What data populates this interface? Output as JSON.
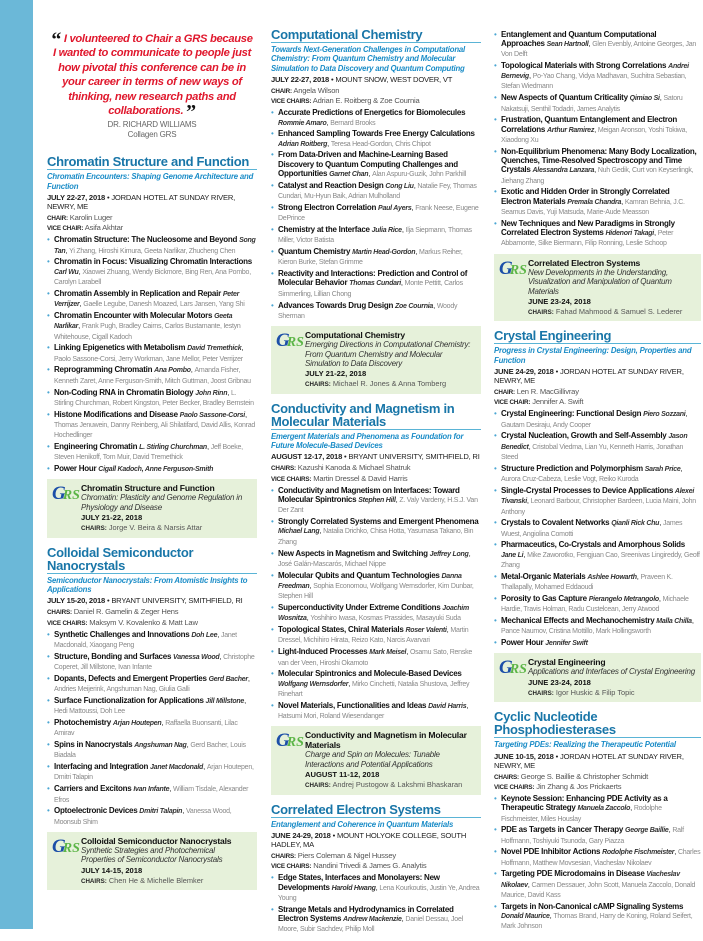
{
  "sidebar_color": "#6bb8d8",
  "colors": {
    "title": "#1976a8",
    "subtitle": "#1a8cc7",
    "quote": "#e0182d",
    "grs_box": "#e6f1da"
  },
  "quote": {
    "open_mark": "“",
    "text": "I volunteered to Chair a GRS because I wanted to communicate to people just how pivotal this conference can be in your career in terms of new ways of thinking, new research paths and collaborations.",
    "close_mark": "”",
    "attribution": "DR. RICHARD WILLIAMS",
    "organization": "Collagen GRS"
  },
  "grs_logo": "GRS",
  "columns": [
    [
      {
        "title": "Chromatin Structure and Function",
        "subtitle": "Chromatin Encounters: Shaping Genome Architecture and Function",
        "date": "JULY 22-27, 2018",
        "location": "JORDAN HOTEL AT SUNDAY RIVER, NEWRY, ME",
        "chairs": [
          {
            "label": "CHAIR:",
            "value": "Karolin Luger"
          },
          {
            "label": "VICE CHAIR:",
            "value": "Asifa Akhtar"
          }
        ],
        "sessions": [
          {
            "title": "Chromatin Structure: The Nucleosome and Beyond",
            "lead": "Song Tan",
            "others": "Yi Zhang, Hiroshi Kimura, Geeta Narlikar, Zhucheng Chen"
          },
          {
            "title": "Chromatin in Focus: Visualizing Chromatin Interactions",
            "lead": "Carl Wu",
            "others": "Xiaowei Zhuang, Wendy Bickmore, Bing Ren, Ana Pombo, Carolyn Larabell"
          },
          {
            "title": "Chromatin Assembly in Replication and Repair",
            "lead": "Peter Verrijzer",
            "others": "Gaelle Legube, Danesh Moazed, Lars Jansen, Yang Shi"
          },
          {
            "title": "Chromatin Encounter with Molecular Motors",
            "lead": "Geeta Narlikar",
            "others": "Frank Pugh, Bradley Cairns, Carlos Bustamante, Iestyn Whitehouse, Cigall Kadoch"
          },
          {
            "title": "Linking Epigenetics with Metabolism",
            "lead": "David Tremethick",
            "others": "Paolo Sassone-Corsi, Jerry Workman, Jane Mellor, Peter Verrijzer"
          },
          {
            "title": "Reprogramming Chromatin",
            "lead": "Ana Pombo",
            "others": "Amanda Fisher, Kenneth Zaret, Anne Ferguson-Smith, Mitch Guttman, Joost Gribnau"
          },
          {
            "title": "Non-Coding RNA in Chromatin Biology",
            "lead": "John Rinn",
            "others": "L. Stirling Churchman, Robert Kingston, Peter Becker, Bradley Bernstein"
          },
          {
            "title": "Histone Modifications and Disease",
            "lead": "Paolo Sassone-Corsi",
            "others": "Thomas Jenuwein, Danny Reinberg, Ali Shilatifard, David Allis, Konrad Hochedlinger"
          },
          {
            "title": "Engineering Chromatin",
            "lead": "L. Stirling Churchman",
            "others": "Jeff Boeke, Steven Henikoff, Tom Muir, David Tremethick"
          },
          {
            "title": "Power Hour",
            "lead": "Cigall Kadoch, Anne Ferguson-Smith",
            "others": ""
          }
        ],
        "grs": {
          "title": "Chromatin Structure and Function",
          "subtitle": "Chromatin: Plasticity and Genome Regulation in Physiology and Disease",
          "date": "JULY 21-22, 2018",
          "chairs_label": "CHAIRS:",
          "chairs": "Jorge V. Beira & Narsis Attar"
        }
      },
      {
        "title": "Colloidal Semiconductor Nanocrystals",
        "subtitle": "Semiconductor Nanocrystals: From Atomistic Insights to Applications",
        "date": "JULY 15-20, 2018",
        "location": "BRYANT UNIVERSITY, SMITHFIELD, RI",
        "chairs": [
          {
            "label": "CHAIRS:",
            "value": "Daniel R. Gamelin & Zeger Hens"
          },
          {
            "label": "VICE CHAIRS:",
            "value": "Maksym V. Kovalenko & Matt Law"
          }
        ],
        "sessions": [
          {
            "title": "Synthetic Challenges and Innovations",
            "lead": "Doh Lee",
            "others": "Janet Macdonald, Xiaogang Peng"
          },
          {
            "title": "Structure, Bonding and Surfaces",
            "lead": "Vanessa Wood",
            "others": "Christophe Coperet, Jill Millstone, Ivan Infante"
          },
          {
            "title": "Dopants, Defects and Emergent Properties",
            "lead": "Gerd Bacher",
            "others": "Andries Meijerink, Angshuman Nag, Giulia Galli"
          },
          {
            "title": "Surface Functionalization for Applications",
            "lead": "Jill Millstone",
            "others": "Hedi Mattoussi, Doh Lee"
          },
          {
            "title": "Photochemistry",
            "lead": "Arjan Houtepen",
            "others": "Raffaella Buonsanti, Lilac Amirav"
          },
          {
            "title": "Spins in Nanocrystals",
            "lead": "Angshuman Nag",
            "others": "Gerd Bacher, Louis Biadala"
          },
          {
            "title": "Interfacing and Integration",
            "lead": "Janet Macdonald",
            "others": "Arjan Houtepen, Dmitri Talapin"
          },
          {
            "title": "Carriers and Excitons",
            "lead": "Ivan Infante",
            "others": "William Tisdale, Alexander Efros"
          },
          {
            "title": "Optoelectronic Devices",
            "lead": "Dmitri Talapin",
            "others": "Vanessa Wood, Moonsub Shim"
          }
        ],
        "grs": {
          "title": "Colloidal Semiconductor Nanocrystals",
          "subtitle": "Synthetic Strategies and Photochemical Properties of Semiconductor Nanocrystals",
          "date": "JULY 14-15, 2018",
          "chairs_label": "CHAIRS:",
          "chairs": "Chen He & Michelle Blemker"
        }
      }
    ],
    [
      {
        "title": "Computational Chemistry",
        "subtitle": "Towards Next-Generation Challenges in Computational Chemistry: From Quantum Chemistry and Molecular Simulation to Data Discovery and Quantum Computing",
        "date": "JULY 22-27, 2018",
        "location": "MOUNT SNOW, WEST DOVER, VT",
        "chairs": [
          {
            "label": "CHAIR:",
            "value": "Angela Wilson"
          },
          {
            "label": "VICE CHAIRS:",
            "value": "Adrian E. Roitberg & Zoe Cournia"
          }
        ],
        "sessions": [
          {
            "title": "Accurate Predictions of Energetics for Biomolecules",
            "lead": "Rommie Amaro",
            "others": "Bernard Brooks"
          },
          {
            "title": "Enhanced Sampling Towards Free Energy Calculations",
            "lead": "Adrian Roitberg",
            "others": "Teresa Head-Gordon, Chris Chipot"
          },
          {
            "title": "From Data-Driven and Machine-Learning Based Discovery to Quantum Computing Challenges and Opportunities",
            "lead": "Garnet Chan",
            "others": "Alan Aspuru-Guzik, John Parkhill"
          },
          {
            "title": "Catalyst and Reaction Design",
            "lead": "Cong Liu",
            "others": "Natalie Fey, Thomas Cundari, Mu-Hyun Baik, Adrian Mulholland"
          },
          {
            "title": "Strong Electron Correlation",
            "lead": "Paul Ayers",
            "others": "Frank Neese, Eugene DePrince"
          },
          {
            "title": "Chemistry at the Interface",
            "lead": "Julia Rice",
            "others": "Ilja Siepmann, Thomas Miller, Victor Batista"
          },
          {
            "title": "Quantum Chemistry",
            "lead": "Martin Head-Gordon",
            "others": "Markus Reiher, Kieron Burke, Stefan Grimme"
          },
          {
            "title": "Reactivity and Interactions: Prediction and Control of Molecular Behavior",
            "lead": "Thomas Cundari",
            "others": "Monte Pettitt, Carlos Simmerling, Lillian Chong"
          },
          {
            "title": "Advances Towards Drug Design",
            "lead": "Zoe Cournia",
            "others": "Woody Sherman"
          }
        ],
        "grs": {
          "title": "Computational Chemistry",
          "subtitle": "Emerging Directions in Computational Chemistry: From Quantum Chemistry and Molecular Simulation to Data Discovery",
          "date": "JULY 21-22, 2018",
          "chairs_label": "CHAIRS:",
          "chairs": "Michael R. Jones & Anna Tomberg"
        }
      },
      {
        "title": "Conductivity and Magnetism in Molecular Materials",
        "subtitle": "Emergent Materials and Phenomena as Foundation for Future Molecule-Based Devices",
        "date": "AUGUST 12-17, 2018",
        "location": "BRYANT UNIVERSITY, SMITHFIELD, RI",
        "chairs": [
          {
            "label": "CHAIRS:",
            "value": "Kazushi Kanoda & Michael Shatruk"
          },
          {
            "label": "VICE CHAIRS:",
            "value": "Martin Dressel & David Harris"
          }
        ],
        "sessions": [
          {
            "title": "Conductivity and Magnetism on Interfaces: Toward Molecular Spintronics",
            "lead": "Stephen Hill",
            "others": "Z. Valy Vardeny, H.S.J. Van Der Zant"
          },
          {
            "title": "Strongly Correlated Systems and Emergent Phenomena",
            "lead": "Michael Lang",
            "others": "Natalia Drichko, Chisa Hotta, Yasumasa Takano, Bin Zhang"
          },
          {
            "title": "New Aspects in Magnetism and Switching",
            "lead": "Jeffrey Long",
            "others": "José Galán-Mascarós, Michael Nippe"
          },
          {
            "title": "Molecular Qubits and Quantum Technologies",
            "lead": "Danna Freedman",
            "others": "Sophia Economou, Wolfgang Wernsdorfer, Kim Dunbar, Stephen Hill"
          },
          {
            "title": "Superconductivity Under Extreme Conditions",
            "lead": "Joachim Wosnitza",
            "others": "Yoshihiro Iwasa, Kosmas Prassides, Masayuki Suda"
          },
          {
            "title": "Topological States, Chiral Materials",
            "lead": "Roser Valenti",
            "others": "Martin Dressel, Michihiro Hirata, Reizo Kato, Narcis Avarvari"
          },
          {
            "title": "Light-Induced Processes",
            "lead": "Mark Meisel",
            "others": "Osamu Sato, Renske van der Veen, Hiroshi Okamoto"
          },
          {
            "title": "Molecular Spintronics and Molecule-Based Devices",
            "lead": "Wolfgang Wernsdorfer",
            "others": "Mirko Cinchetti, Natalia Shustova, Jeffrey Rinehart"
          },
          {
            "title": "Novel Materials, Functionalities and Ideas",
            "lead": "David Harris",
            "others": "Hatsumi Mori, Roland Wiesendanger"
          }
        ],
        "grs": {
          "title": "Conductivity and Magnetism in Molecular Materials",
          "subtitle": "Charge and Spin on Molecules: Tunable Interactions and Potential Applications",
          "date": "AUGUST 11-12, 2018",
          "chairs_label": "CHAIRS:",
          "chairs": "Andrej Pustogow & Lakshmi Bhaskaran"
        }
      },
      {
        "title": "Correlated Electron Systems",
        "subtitle": "Entanglement and Coherence in Quantum Materials",
        "date": "JUNE 24-29, 2018",
        "location": "MOUNT HOLYOKE COLLEGE, SOUTH HADLEY, MA",
        "chairs": [
          {
            "label": "CHAIRS:",
            "value": "Piers Coleman & Nigel Hussey"
          },
          {
            "label": "VICE CHAIRS:",
            "value": "Nandini Trivedi & James G. Analytis"
          }
        ],
        "sessions": [
          {
            "title": "Edge States, Interfaces and Monolayers: New Developments",
            "lead": "Harold Hwang",
            "others": "Lena Kourkoutis, Justin Ye, Andrea Young"
          },
          {
            "title": "Strange Metals and Hydrodynamics in Correlated Electron Systems",
            "lead": "Andrew Mackenzie",
            "others": "Daniel Dessau, Joel Moore, Subir Sachdev, Philip Moll"
          }
        ]
      }
    ],
    [
      {
        "sessions": [
          {
            "title": "Entanglement and Quantum Computational Approaches",
            "lead": "Sean Hartnoll",
            "others": "Glen Evenbly, Antoine Georges, Jan Von Delft"
          },
          {
            "title": "Topological Materials with Strong Correlations",
            "lead": "Andrei Bernevig",
            "others": "Po-Yao Chang, Vidya Madhavan, Suchitra Sebastian, Stefan Wiedmann"
          },
          {
            "title": "New Aspects of Quantum Criticality",
            "lead": "Qimiao Si",
            "others": "Satoru Nakatsuji, Senthil Todadri, James Analytis"
          },
          {
            "title": "Frustration, Quantum Entanglement and Electron Correlations",
            "lead": "Arthur Ramirez",
            "others": "Meigan Aronson, Yoshi Tokiwa, Xiaodong Xu"
          },
          {
            "title": "Non-Equilibrium Phenomena: Many Body Localization, Quenches, Time-Resolved Spectroscopy and Time Crystals",
            "lead": "Alessandra Lanzara",
            "others": "Nuh Gedik, Curt von Keyserlingk, Jiehang Zhang"
          },
          {
            "title": "Exotic and Hidden Order in Strongly Correlated Electron Materials",
            "lead": "Premala Chandra",
            "others": "Kamran Behnia, J.C. Seamus Davis, Yuji Matsuda, Marie-Aude Measson"
          },
          {
            "title": "New Techniques and New Paradigms in Strongly Correlated Electron Systems",
            "lead": "Hidenori Takagi",
            "others": "Peter Abbamonte, Silke Biermann, Filip Ronning, Leslie Schoop"
          }
        ],
        "grs": {
          "title": "Correlated Electron Systems",
          "subtitle": "New Developments in the Understanding, Visualization and Manipulation of Quantum Materials",
          "date": "JUNE 23-24, 2018",
          "chairs_label": "CHAIRS:",
          "chairs": "Fahad Mahmood & Samuel S. Lederer"
        }
      },
      {
        "title": "Crystal Engineering",
        "subtitle": "Progress in Crystal Engineering: Design, Properties and Function",
        "date": "JUNE 24-29, 2018",
        "location": "JORDAN HOTEL AT SUNDAY RIVER, NEWRY, ME",
        "chairs": [
          {
            "label": "CHAIR:",
            "value": "Len R. MacGillivray"
          },
          {
            "label": "VICE CHAIR:",
            "value": "Jennifer A. Swift"
          }
        ],
        "sessions": [
          {
            "title": "Crystal Engineering: Functional Design",
            "lead": "Piero Sozzani",
            "others": "Gautam Desiraju, Andy Cooper"
          },
          {
            "title": "Crystal Nucleation, Growth and Self-Assembly",
            "lead": "Jason Benedict",
            "others": "Cristobal Viedma, Lian Yu, Kenneth Harris, Jonathan Steed"
          },
          {
            "title": "Structure Prediction and Polymorphism",
            "lead": "Sarah Price",
            "others": "Aurora Cruz-Cabeza, Leslie Vogt, Reiko Kuroda"
          },
          {
            "title": "Single-Crystal Processes to Device Applications",
            "lead": "Alexei Tivanski",
            "others": "Leonard Barbour, Christopher Bardeen, Lucia Maini, John Anthony"
          },
          {
            "title": "Crystals to Covalent Networks",
            "lead": "Qianli Rick Chu",
            "others": "James Wuest, Angiolina Comotti"
          },
          {
            "title": "Pharmaceutics, Co-Crystals and Amorphous Solids",
            "lead": "Jane Li",
            "others": "Mike Zaworotko, Fengjuan Cao, Sreenivas Lingireddy, Geoff Zhang"
          },
          {
            "title": "Metal-Organic Materials",
            "lead": "Ashlee Howarth",
            "others": "Praveen K. Thallapally, Mohamed Eddaoudi"
          },
          {
            "title": "Porosity to Gas Capture",
            "lead": "Pierangelo Metrangolo",
            "others": "Michaele Hardie, Travis Holman, Radu Custelcean, Jerry Atwood"
          },
          {
            "title": "Mechanical Effects and Mechanochemistry",
            "lead": "Malla Chilla",
            "others": "Pance Naumov, Cristina Mottillo, Mark Hollingsworth"
          },
          {
            "title": "Power Hour",
            "lead": "Jennifer Swift",
            "others": ""
          }
        ],
        "grs": {
          "title": "Crystal Engineering",
          "subtitle": "Applications and Interfaces of Crystal Engineering",
          "date": "JUNE 23-24, 2018",
          "chairs_label": "CHAIRS:",
          "chairs": "Igor Huskic & Filip Topic"
        }
      },
      {
        "title": "Cyclic Nucleotide Phosphodiesterases",
        "subtitle": "Targeting PDEs: Realizing the Therapeutic Potential",
        "date": "JUNE 10-15, 2018",
        "location": "JORDAN HOTEL AT SUNDAY RIVER, NEWRY, ME",
        "chairs": [
          {
            "label": "CHAIRS:",
            "value": "George S. Baillie & Christopher Schmidt"
          },
          {
            "label": "VICE CHAIRS:",
            "value": "Jin Zhang & Jos Prickaerts"
          }
        ],
        "sessions": [
          {
            "title": "Keynote Session: Enhancing PDE Activity as a Therapeutic Strategy",
            "lead": "Manuela Zaccolo",
            "others": "Rodolphe Fischmeister, Miles Houslay"
          },
          {
            "title": "PDE as Targets in Cancer Therapy",
            "lead": "George Baillie",
            "others": "Ralf Hoffmann, Toshiyuki Tsunoda, Gary Piazza"
          },
          {
            "title": "Novel PDE Inhibitor Actions",
            "lead": "Rodolphe Fischmeister",
            "others": "Charles Hoffmann, Matthew Movsesian, Viacheslav Nikolaev"
          },
          {
            "title": "Targeting PDE Microdomains in Disease",
            "lead": "Viacheslav Nikolaev",
            "others": "Carmen Dessauer, John Scott, Manuela Zaccolo, Donald Maurice, David Kass"
          },
          {
            "title": "Targets in Non-Canonical cAMP Signaling Systems",
            "lead": "Donald Maurice",
            "others": "Thomas Brand, Harry de Koning, Roland Seifert, Mark Johnson"
          }
        ]
      }
    ]
  ]
}
